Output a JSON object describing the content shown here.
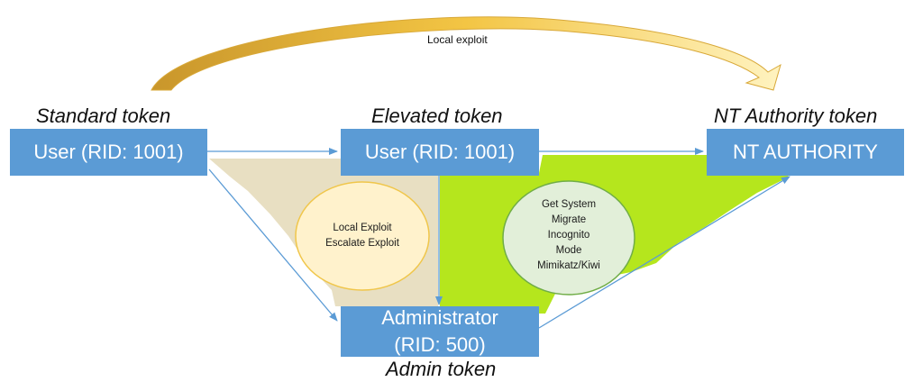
{
  "arc_label": "Local exploit",
  "tokens": {
    "standard": {
      "label": "Standard token",
      "box": "User (RID: 1001)"
    },
    "elevated": {
      "label": "Elevated token",
      "box": "User (RID: 1001)"
    },
    "nt_authority": {
      "label": "NT Authority token",
      "box": "NT AUTHORITY"
    },
    "admin": {
      "label": "Admin token",
      "box_line1": "Administrator",
      "box_line2": "(RID: 500)"
    }
  },
  "ovals": {
    "left": {
      "lines": [
        "Local Exploit",
        "Escalate Exploit"
      ]
    },
    "right": {
      "lines": [
        "Get System",
        "Migrate",
        "Incognito",
        "Mode",
        "Mimikatz/Kiwi"
      ]
    }
  },
  "colors": {
    "box_fill": "#5b9bd5",
    "box_text": "#ffffff",
    "arrow": "#5b9bd5",
    "left_region": "#e8dfc2",
    "right_region": "#b5e61d",
    "left_oval_fill": "#fff2cc",
    "left_oval_stroke": "#f0c64a",
    "right_oval_fill": "#e2efd9",
    "right_oval_stroke": "#70ad47",
    "arc_fill": "#f7c94a"
  }
}
